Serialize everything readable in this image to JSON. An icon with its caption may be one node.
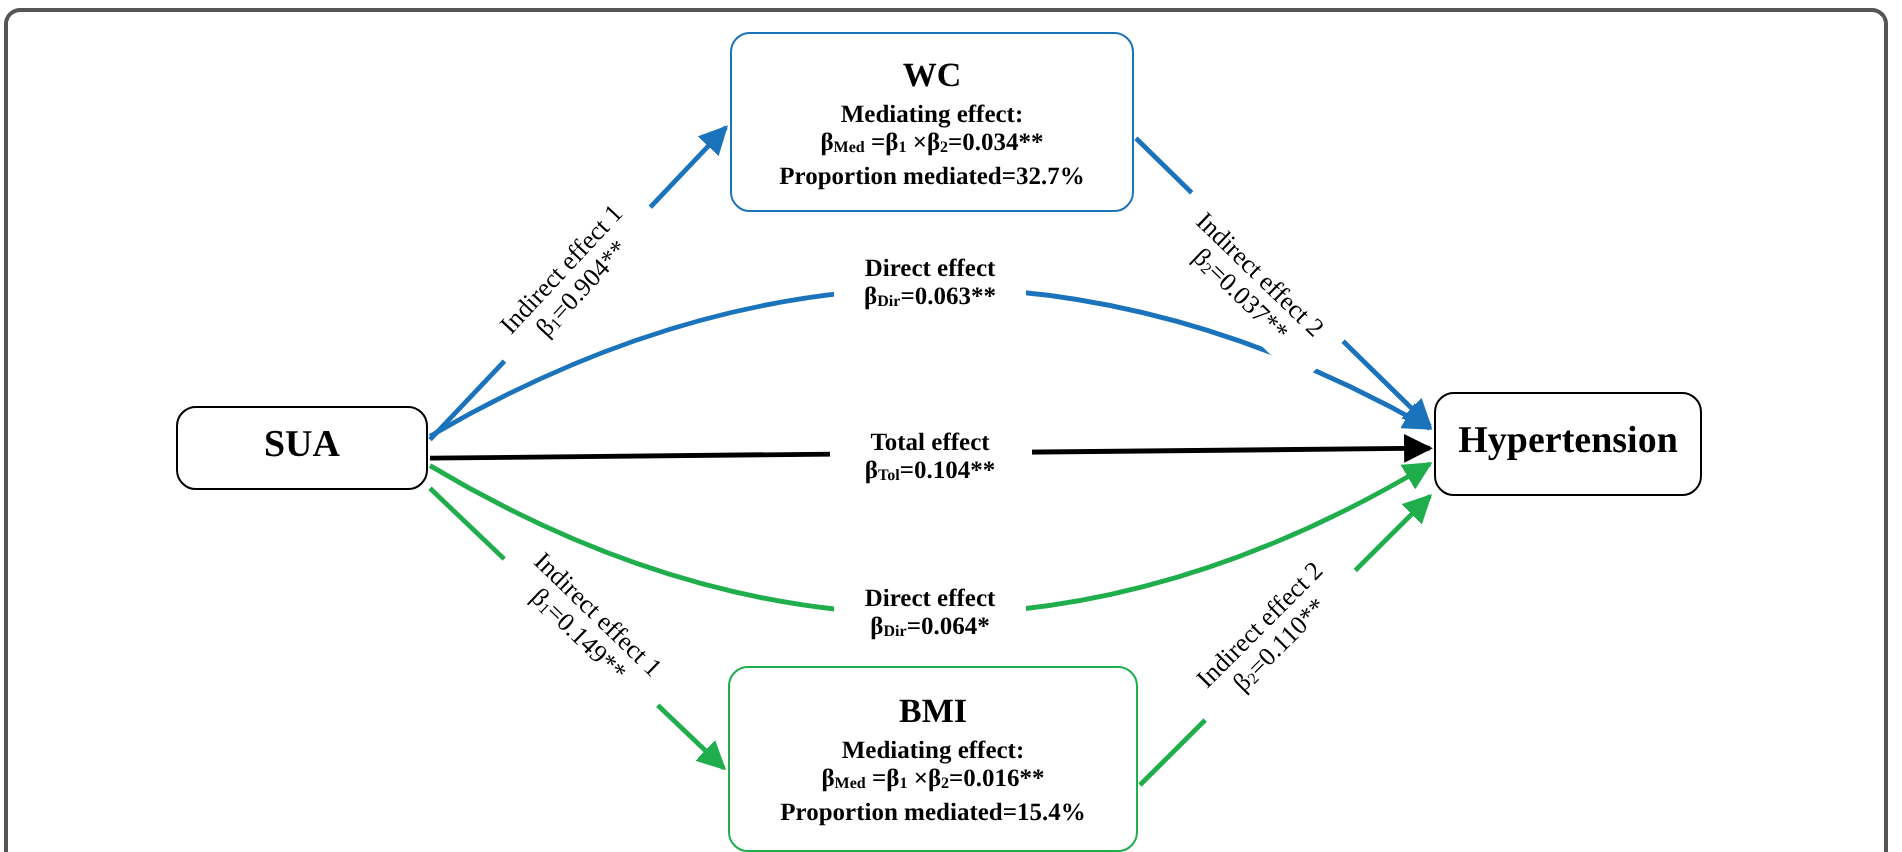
{
  "diagram": {
    "nodes": [
      {
        "text": [
          "SUA"
        ]
      },
      {
        "text": [
          "WC",
          "Mediating effect:",
          "β$_{Med}$ =β$_{1}$ ×β$_{2}$=0.034**",
          "Proportion mediated=32.7%"
        ]
      },
      {
        "text": [
          "Hypertension"
        ]
      },
      {
        "text": [
          "BMI",
          "Mediating effect:",
          "β$_{Med}$ =β$_{1}$ ×β$_{2}$=0.016**",
          "Proportion mediated=15.4%"
        ]
      }
    ],
    "edges": [
      {
        "from": 0,
        "to": 1,
        "arrow": "to",
        "label": "Indirect effect 1 β$_{1}$=0.904**",
        "color": "#1a73bb"
      },
      {
        "from": 1,
        "to": 2,
        "arrow": "to",
        "label": "Indirect effect 2 β$_{2}$=0.037**",
        "color": "#1a73bb"
      },
      {
        "from": 0,
        "to": 2,
        "arrow": "to",
        "label": "Direct effect β$_{Dir}$=0.063**",
        "color": "#1a73bb"
      },
      {
        "from": 0,
        "to": 2,
        "arrow": "to",
        "label": "Total effect β$_{Tol}$=0.104**",
        "color": "#000000"
      },
      {
        "from": 0,
        "to": 2,
        "arrow": "to",
        "label": "Direct effect β$_{Dir}$=0.064*",
        "color": "#1fae4b"
      },
      {
        "from": 0,
        "to": 3,
        "arrow": "to",
        "label": "Indirect effect 1 β$_{1}$=0.149**",
        "color": "#1fae4b"
      },
      {
        "from": 3,
        "to": 2,
        "arrow": "to",
        "label": "Indirect effect 2 β$_{2}$=0.110**",
        "color": "#1fae4b"
      }
    ]
  }
}
